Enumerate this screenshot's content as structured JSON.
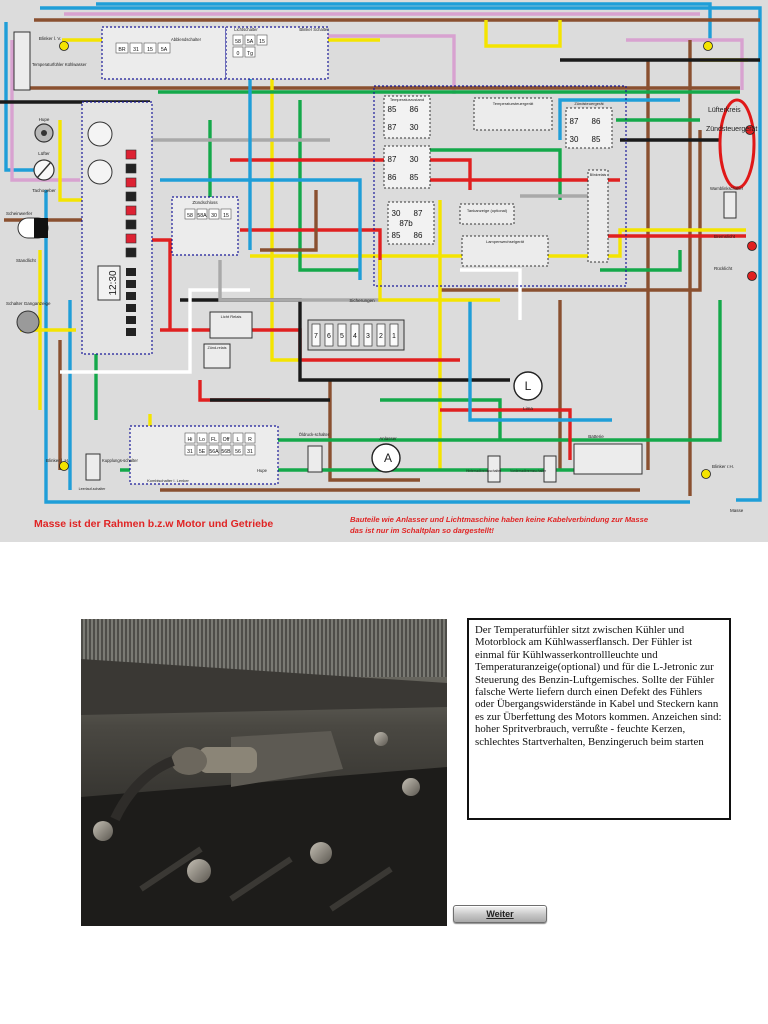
{
  "diagram": {
    "labels": {
      "blinker_lv": "Blinker l. V.",
      "temp_fuehler": "Temperaturfühler Kühlwasser",
      "hupe": "Hupe",
      "luefter": "Lüfter",
      "tachogeber": "Tachogeber",
      "scheinwerfer": "Scheinwerfer",
      "standlicht": "Standlicht",
      "schalter_ganganzeige": "Schalter Ganganzeige",
      "blinker_lh": "Blinker l. H.",
      "kupplungsschalter": "Kupplungs-schalter",
      "oeldruckschalter": "Öldruck-schalter",
      "anlasser": "Anlasser",
      "anlasser_letter": "A",
      "lima": "Lima",
      "lima_letter": "L",
      "batterie": "Batterie",
      "blinker_rh": "Blinker r.H.",
      "masse": "Masse",
      "luefterkreis": "Lüfterkreis",
      "zuendsteuergeraet_right": "Zündsteuergerät",
      "warnblinkschalter": "Warnblinkschalter",
      "bremslicht": "Bremslicht",
      "ruecklicht": "Rücklicht",
      "zuendschloss": "Zündschloss",
      "sicherungen": "Sicherungen",
      "temperaturzustand": "Temperaturzustand",
      "temperatursteuergeraet": "Temperatursteuergerät",
      "tankanzeige": "Tankanzeige (optional)",
      "lampenwechselgeraet": "Lampenwechselgerät",
      "zuendsteuergeraet_box": "Zündsteuergerät",
      "blinkrelais": "Blinkrelais",
      "leerlaufschalter": "Leerlauf-schalter",
      "hinterradschalter": "Hinterradbremsschalter",
      "vorderradschalter": "Vorderradbremsschalter",
      "lichtschalter": "Lichtschalter",
      "blinkerschalter": "Blinker Schalter",
      "abblendschalter": "Abblendschalter",
      "hupenknopf": "Hupe",
      "kombi_schalter": "Kombischalter l. Lenker",
      "licht_rel": "Licht Relais",
      "zuend_rel": "Zünd-relais",
      "zeit_display": "12:30"
    },
    "relay_terms": {
      "r1": [
        "85",
        "86",
        "87",
        "30"
      ],
      "r2": [
        "87",
        "30",
        "86",
        "85"
      ],
      "r3": [
        "30",
        "87",
        "87b",
        "85",
        "86"
      ],
      "r4": [
        "87",
        "86",
        "30",
        "85"
      ]
    },
    "fuse_numbers": [
      "7",
      "6",
      "5",
      "4",
      "3",
      "2",
      "1"
    ],
    "cell_text": {
      "top_switch_a": [
        "BR",
        "31",
        "15",
        "5A"
      ],
      "top_switch_b": [
        "58",
        "5A",
        "15",
        "0",
        "Tg"
      ],
      "zuendschloss_cells": [
        "58",
        "58A",
        "30",
        "15"
      ],
      "bottom_switch": [
        "Hi",
        "Lo",
        "FL",
        "Off",
        "L",
        "R",
        "31",
        "5E",
        "56A",
        "56B",
        "56",
        "31"
      ]
    },
    "footer_main": "Masse ist der Rahmen b.z.w Motor und Getriebe",
    "footer_note_1": "Bauteile wie Anlasser und Lichtmaschine haben keine Kabelverbindung zur Masse",
    "footer_note_2": "das ist nur im Schaltplan so dargestellt!"
  },
  "photo": {
    "subject": "Temperaturfühler im Motorraum"
  },
  "description": "Der Temperaturfühler sitzt zwischen Kühler und Motorblock am Kühlwasserflansch. Der Fühler ist einmal für Kühlwasserkontrollleuchte und Temperaturanzeige(optional) und für die L-Jetronic zur Steuerung des Benzin-Luftgemisches. Sollte der Fühler falsche Werte liefern durch einen Defekt des Fühlers oder Übergangswiderstände in Kabel und Steckern kann es zur Überfettung des Motors kommen. Anzeichen sind: hoher Spritverbrauch, verrußte - feuchte Kerzen, schlechtes Startverhalten, Benzingeruch beim starten",
  "back_button": {
    "label": "Weiter"
  },
  "colors": {
    "background": "#ffffff",
    "diagram_bg": "#dcdcdc",
    "wire_blue": "#1f9ed8",
    "wire_brown": "#8a5030",
    "wire_green": "#14a84a",
    "wire_yellow": "#f4e400",
    "wire_red": "#e02020",
    "wire_pink": "#d8a2d0",
    "wire_black": "#1a1a1a",
    "wire_white": "#ffffff",
    "wire_grey": "#a9a9a9",
    "footer_red": "#e02424",
    "highlight_ring": "#e01818",
    "dotted_border": "#1a1a99"
  }
}
